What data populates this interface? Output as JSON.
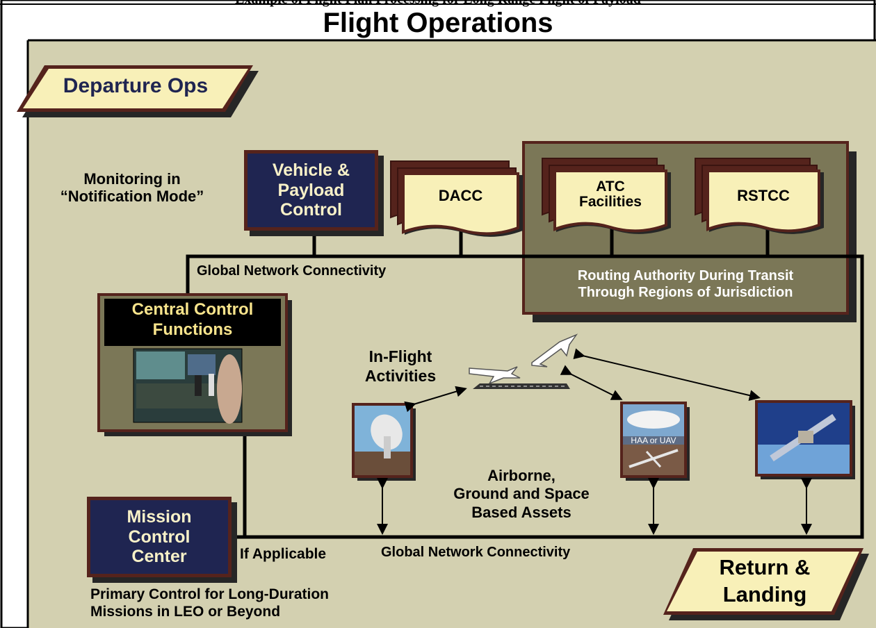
{
  "header": {
    "clipped_caption": "Example of Flight Plan Processing for Long Range Flight of Payload",
    "title": "Flight Operations"
  },
  "banners": {
    "departure": "Departure Ops",
    "return_line1": "Return &",
    "return_line2": "Landing"
  },
  "notes": {
    "monitoring_line1": "Monitoring in",
    "monitoring_line2": "“Notification Mode”",
    "network_top": "Global Network Connectivity",
    "network_bottom": "Global Network Connectivity",
    "if_applicable": "If Applicable",
    "inflight_line1": "In-Flight",
    "inflight_line2": "Activities",
    "assets_line1": "Airborne,",
    "assets_line2": "Ground and Space",
    "assets_line3": "Based Assets",
    "primary_line1": "Primary Control for Long-Duration",
    "primary_line2": "Missions in LEO or Beyond"
  },
  "nodes": {
    "vehicle_line1": "Vehicle &",
    "vehicle_line2": "Payload",
    "vehicle_line3": "Control",
    "dacc": "DACC",
    "atc_line1": "ATC",
    "atc_line2": "Facilities",
    "rstcc": "RSTCC",
    "routing_line1": "Routing Authority During Transit",
    "routing_line2": "Through Regions of Jurisdiction",
    "central_line1": "Central Control",
    "central_line2": "Functions",
    "mission_line1": "Mission",
    "mission_line2": "Control",
    "mission_line3": "Center",
    "haa_label": "HAA or UAV"
  },
  "colors": {
    "background": "#d3d0b0",
    "dark_panel": "#7b7757",
    "navy": "#1f2551",
    "border_brown": "#55231c",
    "banner_fill": "#f8f0b8",
    "cream_text": "#f8f1c8"
  }
}
